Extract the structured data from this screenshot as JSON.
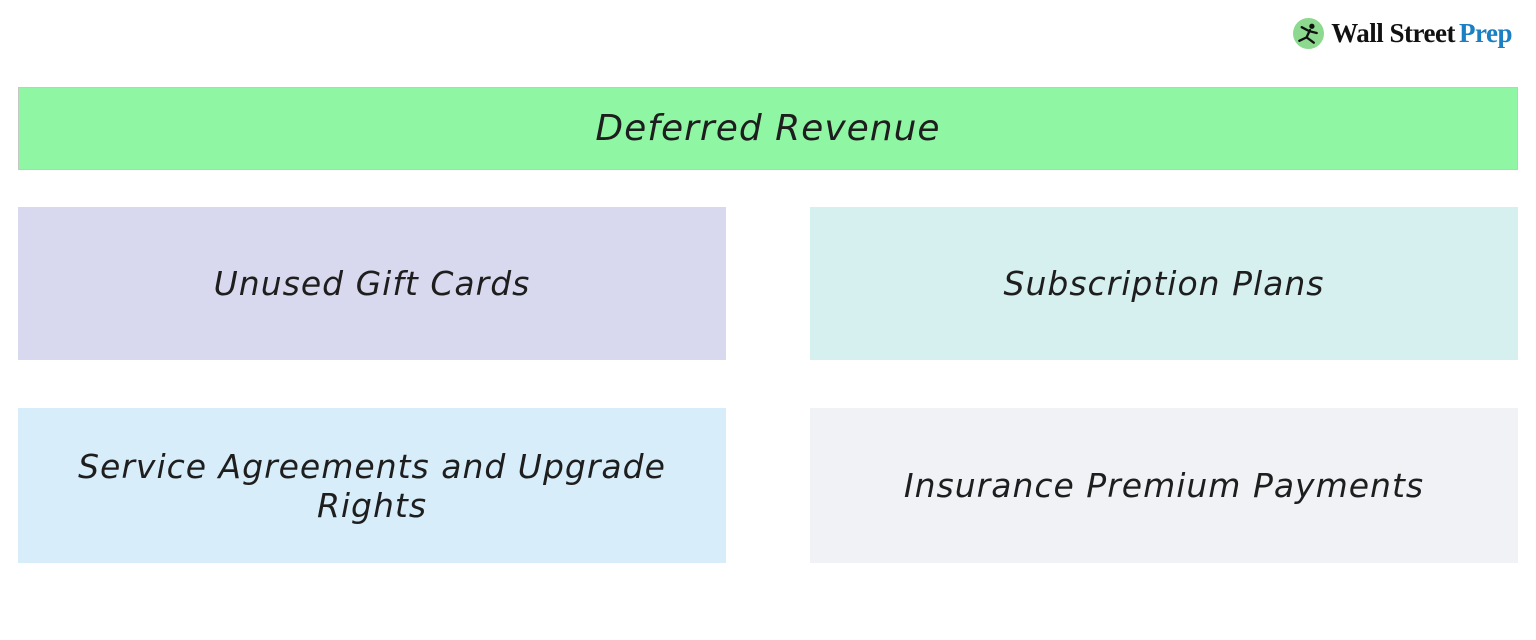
{
  "brand": {
    "name_black": "Wall Street",
    "name_blue": "Prep",
    "blue": "#1b7fc4",
    "icon_bg": "#8cd98f",
    "icon_fg": "#111111"
  },
  "diagram": {
    "title": "Deferred Revenue",
    "title_bg": "#8ff6a3",
    "text_color": "#1e1e1e",
    "items": [
      {
        "label": "Unused Gift Cards",
        "bg": "#d8d9ee"
      },
      {
        "label": "Subscription Plans",
        "bg": "#d6f0ef"
      },
      {
        "label": "Service Agreements and Upgrade Rights",
        "bg": "#d7edfa"
      },
      {
        "label": "Insurance Premium Payments",
        "bg": "#f0f2f6"
      }
    ]
  }
}
